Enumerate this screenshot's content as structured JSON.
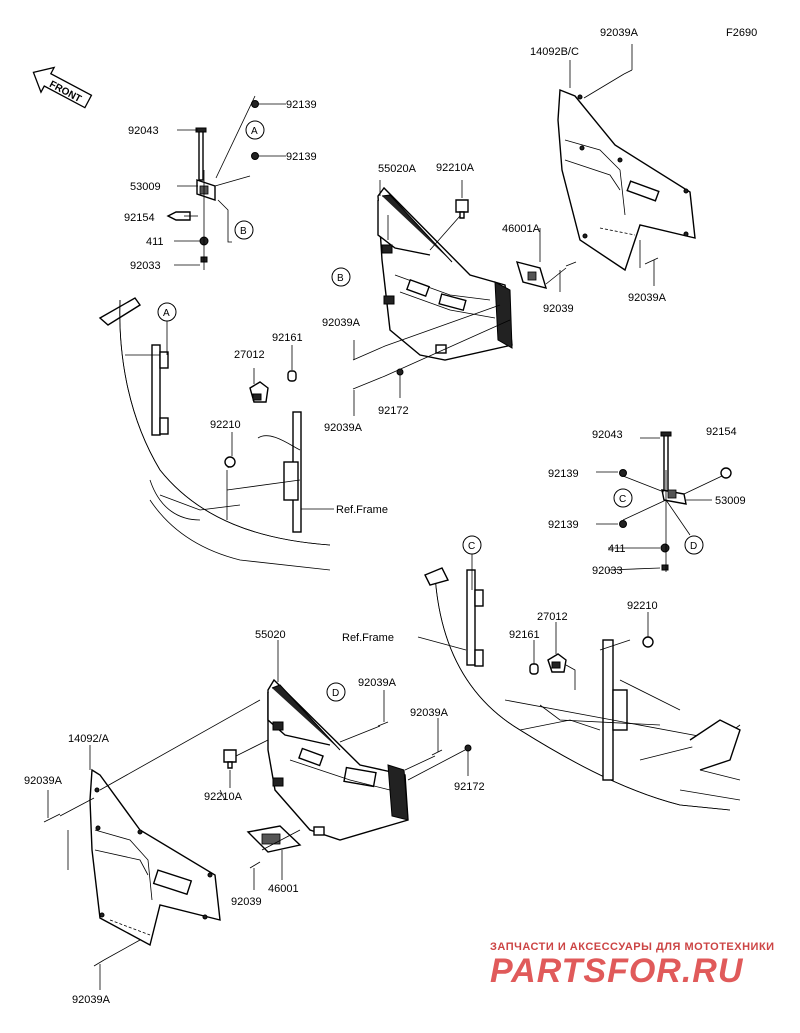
{
  "figure_code": "F2690",
  "front_label": "FRONT",
  "ref_frame": "Ref.Frame",
  "callouts": {
    "a": "A",
    "b": "B",
    "c": "C",
    "d": "D"
  },
  "parts": {
    "p92043a": "92043",
    "p92139a": "92139",
    "p92139b": "92139",
    "p53009a": "53009",
    "p92154a": "92154",
    "p411a": "411",
    "p92033a": "92033",
    "p55020A": "55020A",
    "p92210A_top": "92210A",
    "p46001A": "46001A",
    "p92039_top": "92039",
    "p92039A_t1": "92039A",
    "p92039A_t2": "92039A",
    "p92172_top": "92172",
    "p14092BC": "14092B/C",
    "p92039A_tr1": "92039A",
    "p92039A_tr2": "92039A",
    "p27012_top": "27012",
    "p92161_top": "92161",
    "p92210_top": "92210",
    "p92043b": "92043",
    "p92154b": "92154",
    "p92139c": "92139",
    "p53009b": "53009",
    "p92139d": "92139",
    "p411b": "411",
    "p92033b": "92033",
    "p27012_bot": "27012",
    "p92210_bot": "92210",
    "p92161_bot": "92161",
    "p55020": "55020",
    "p92039A_b1": "92039A",
    "p92039A_b2": "92039A",
    "p14092A": "14092/A",
    "p92039A_l": "92039A",
    "p92210A_bot": "92210A",
    "p92172_bot": "92172",
    "p92039_bot": "92039",
    "p46001": "46001",
    "p92039A_bot": "92039A"
  },
  "watermark": {
    "tagline": "ЗАПЧАСТИ И АКСЕССУАРЫ ДЛЯ МОТОТЕХНИКИ",
    "brand": "PARTSFOR.RU"
  }
}
